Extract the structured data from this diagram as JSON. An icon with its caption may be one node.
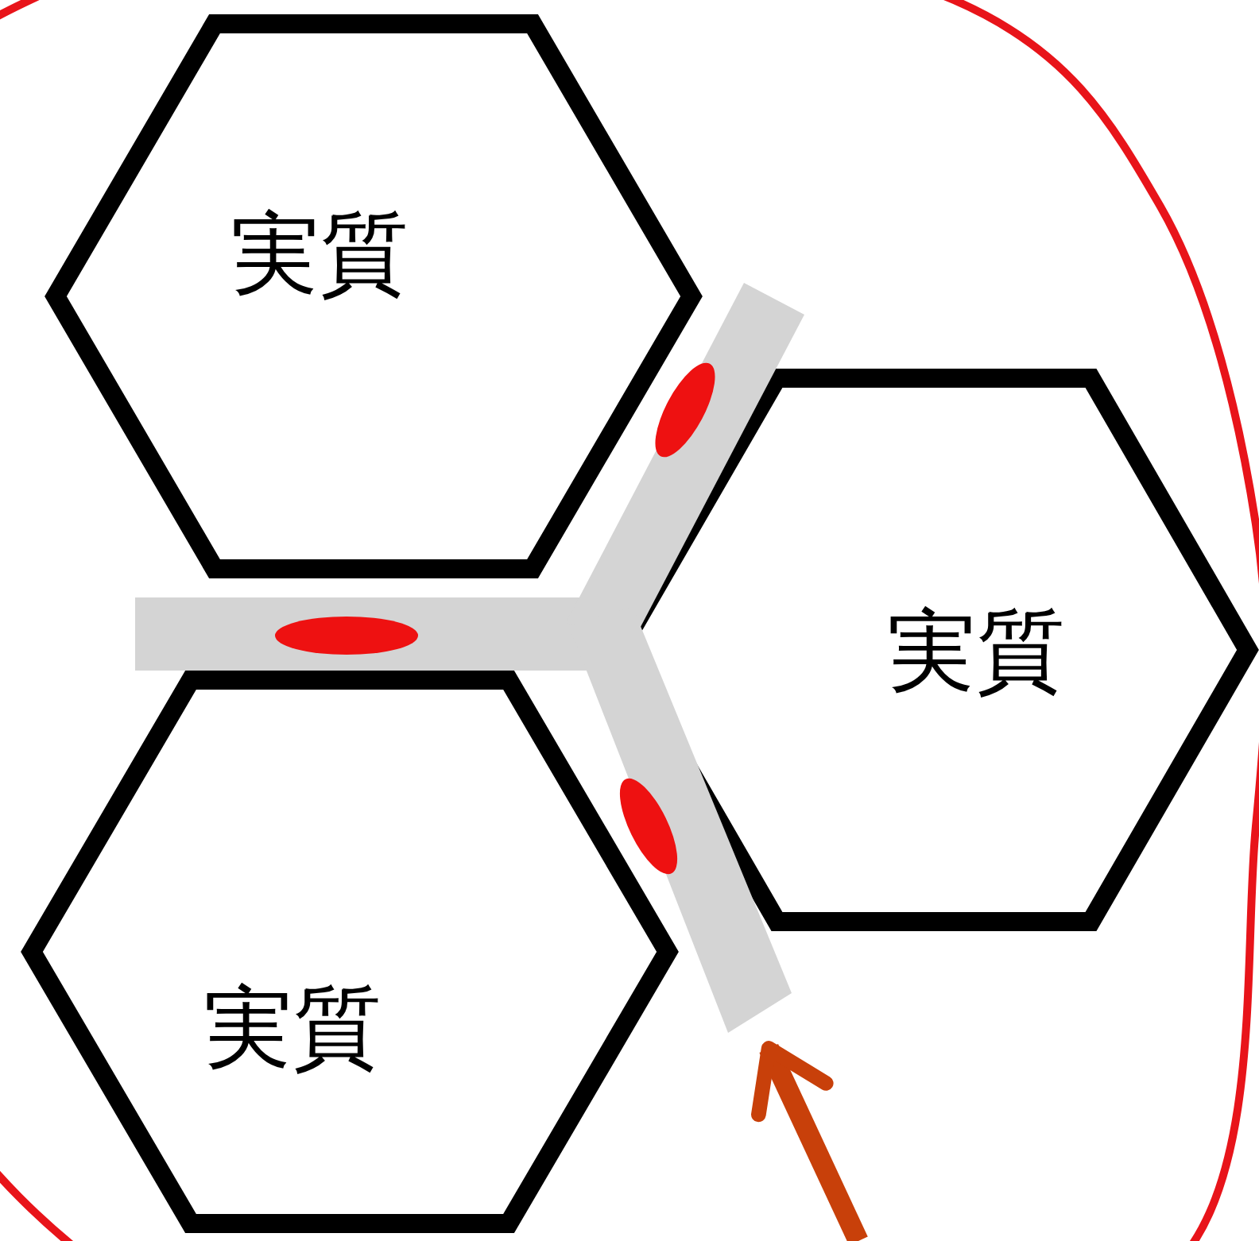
{
  "diagram": {
    "nodes": [
      {
        "text": [
          "実質"
        ]
      },
      {
        "text": [
          "実質"
        ]
      },
      {
        "text": [
          "実質"
        ]
      },
      {
        "text": [],
        "shape": "bar"
      }
    ],
    "edges": [
      {
        "from": null,
        "to": 3,
        "arrow": "to"
      }
    ]
  }
}
